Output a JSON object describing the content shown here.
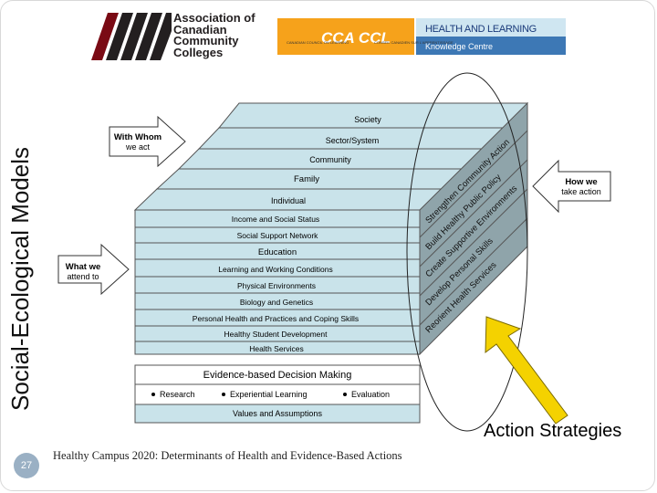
{
  "slide_title": "Social-Ecological Models",
  "logos": {
    "accc": {
      "lines": [
        "Association of",
        "Canadian",
        "Community",
        "Colleges"
      ]
    },
    "ccl": {
      "brand": "CCA CCL",
      "sub_left": "CANADIAN COUNCIL ON LEARNING",
      "sub_right": "CONSEIL CANADIEN SUR L'APPRENTISSAGE",
      "knowledge_centre_title": "HEALTH AND LEARNING",
      "knowledge_centre_sub": "Knowledge Centre"
    }
  },
  "arrows": {
    "with_whom": [
      "With Whom",
      "we act"
    ],
    "what_we": [
      "What we",
      "attend to"
    ],
    "how_we": [
      "How we",
      "take action"
    ]
  },
  "top_layers": [
    "Society",
    "Sector/System",
    "Community",
    "Family",
    "Individual"
  ],
  "front_rows": [
    "Income and Social Status",
    "Social Support Network",
    "Education",
    "Learning and Working Conditions",
    "Physical Environments",
    "Biology and Genetics",
    "Personal Health and Practices and Coping Skills",
    "Healthy Student Development",
    "Health Services"
  ],
  "side_strategies": [
    "Strengthen Community Action",
    "Build Healthy Public Policy",
    "Create Supportive Environments",
    "Develop Personal Skills",
    "Reorient Health Services"
  ],
  "evidence_box": {
    "title": "Evidence-based Decision Making",
    "bullets": [
      "Research",
      "Experiential Learning",
      "Evaluation"
    ],
    "footer": "Values and Assumptions"
  },
  "action_strategies_label": "Action Strategies",
  "page_number": "27",
  "footer_text": "Healthy Campus 2020: Determinants of Health and Evidence-Based Actions",
  "colors": {
    "layer_fill": "#c9e3ea",
    "side_fill": "#8fa4aa",
    "accent_arrow": "#f4d200",
    "page_badge": "#9ab0c4"
  }
}
